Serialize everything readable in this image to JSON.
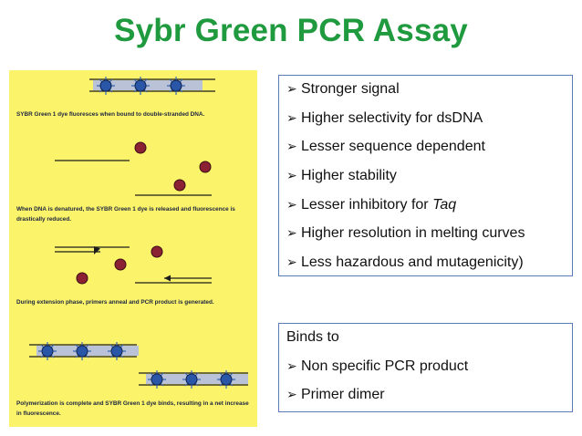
{
  "title": "Sybr Green PCR Assay",
  "figure": {
    "caption1": "SYBR Green 1 dye fluoresces when bound to double-stranded DNA.",
    "caption2": "When DNA is denatured, the SYBR Green 1 dye is released and fluorescence is drastically reduced.",
    "caption3": "During extension phase, primers anneal and PCR product is generated.",
    "caption4": "Polymerization is complete and SYBR Green 1 dye binds, resulting in a net increase in fluorescence.",
    "colors": {
      "background": "#fbf46a",
      "bound_dye": "#2a56a8",
      "free_dye": "#8a2233",
      "strand": "#1c1c1c"
    }
  },
  "advantages": {
    "bullet": "➢",
    "items": [
      {
        "text": "Stronger signal"
      },
      {
        "text": "Higher selectivity for dsDNA"
      },
      {
        "text": "Lesser sequence dependent"
      },
      {
        "text": "Higher stability"
      },
      {
        "text": "Lesser inhibitory for ",
        "italic": "Taq"
      },
      {
        "text": "Higher resolution in melting curves"
      },
      {
        "text": "Less hazardous and mutagenicity)"
      }
    ]
  },
  "binds": {
    "heading": "Binds to",
    "items": [
      {
        "text": "Non specific PCR product"
      },
      {
        "text": "Primer dimer"
      }
    ]
  },
  "colors": {
    "title": "#1f9a3e",
    "box_border": "#5b7ab8"
  }
}
